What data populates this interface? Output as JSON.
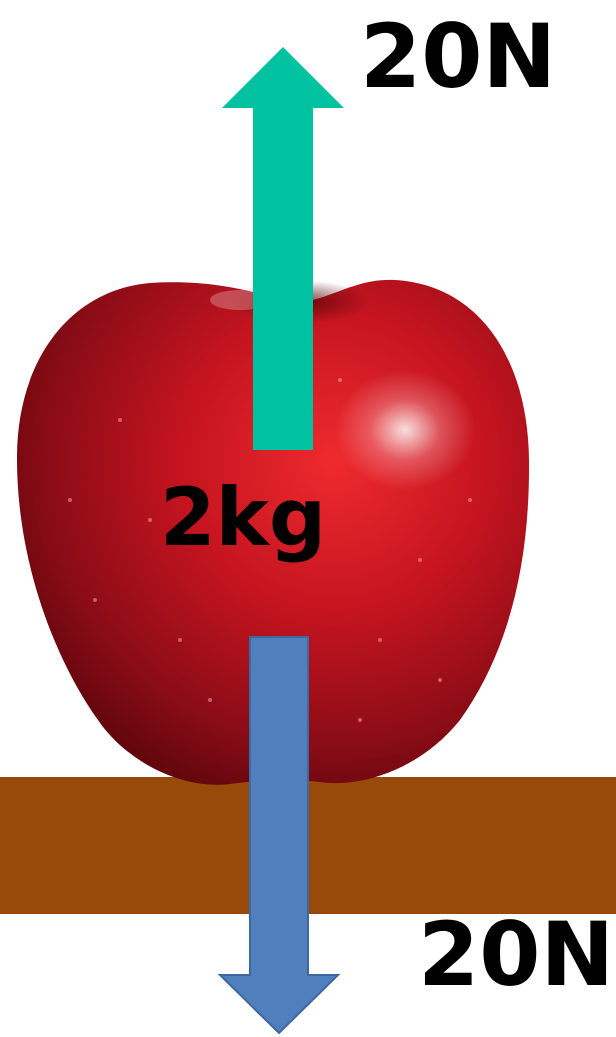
{
  "diagram": {
    "object": {
      "name": "apple",
      "mass_label": "2kg",
      "color": "#b3131f"
    },
    "surface": {
      "name": "table",
      "color": "#974a0a"
    },
    "forces": {
      "upward": {
        "label": "20N",
        "direction": "up",
        "color": "#00c1a0"
      },
      "downward": {
        "label": "20N",
        "direction": "down",
        "color": "#4f7fbd"
      }
    }
  }
}
